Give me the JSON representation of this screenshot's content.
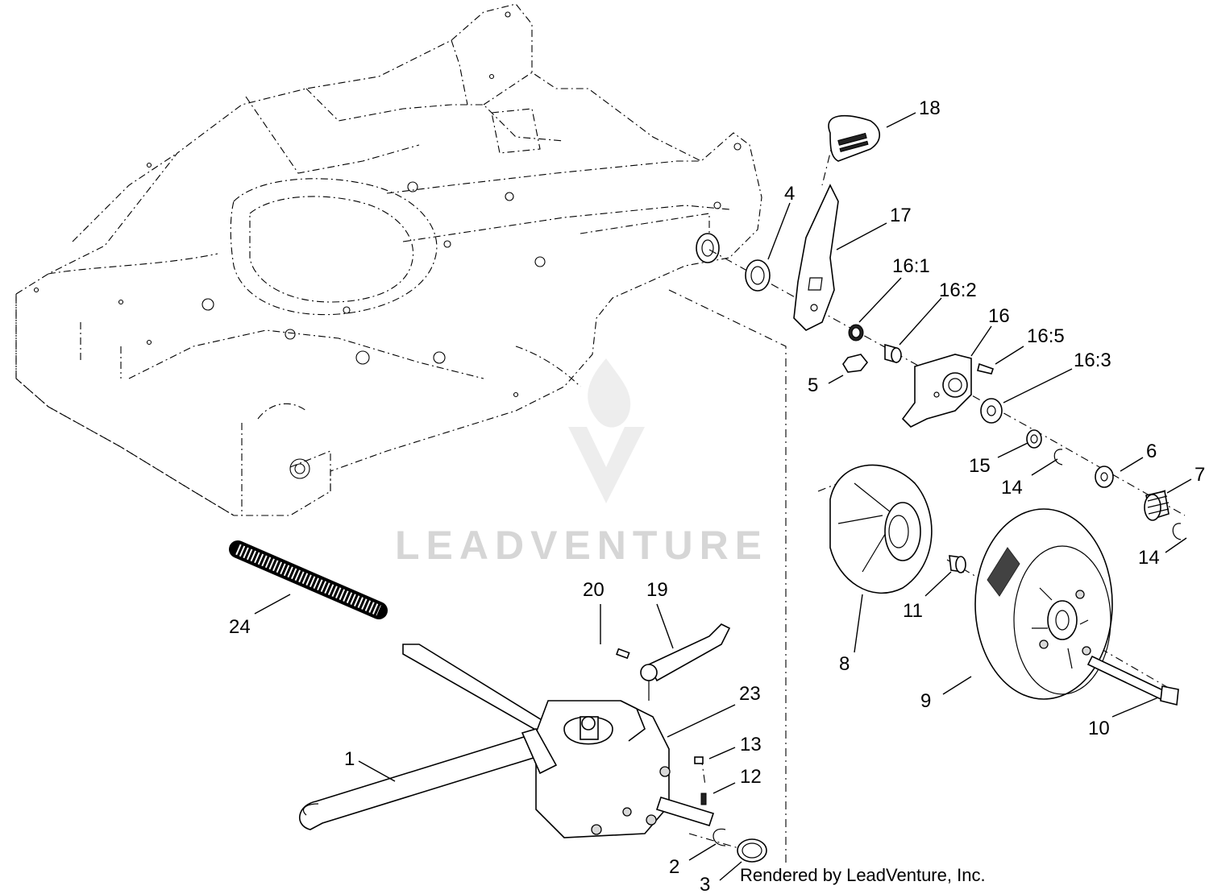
{
  "callouts": {
    "p1": "1",
    "p2": "2",
    "p3": "3",
    "p4": "4",
    "p5": "5",
    "p6": "6",
    "p7": "7",
    "p8": "8",
    "p9": "9",
    "p10": "10",
    "p11": "11",
    "p12": "12",
    "p13": "13",
    "p14a": "14",
    "p14b": "14",
    "p15": "15",
    "p16": "16",
    "p16_1": "16:1",
    "p16_2": "16:2",
    "p16_3": "16:3",
    "p16_5": "16:5",
    "p17": "17",
    "p18": "18",
    "p19": "19",
    "p20": "20",
    "p23": "23",
    "p24": "24"
  },
  "watermark": {
    "text": "LEADVENTURE"
  },
  "footer": {
    "credit": "Rendered by LeadVenture, Inc."
  }
}
